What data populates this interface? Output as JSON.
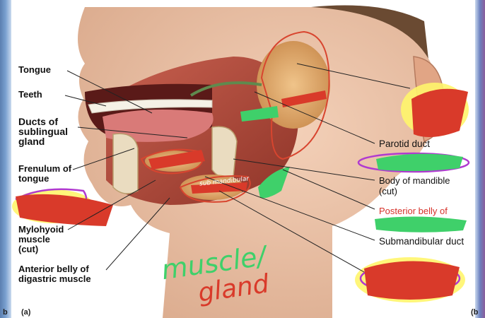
{
  "labels_left": {
    "tongue": "Tongue",
    "teeth": "Teeth",
    "ducts_sublingual": "Ducts of sublingual gland",
    "frenulum": "Frenulum of tongue",
    "mylohyoid": "Mylohyoid muscle (cut)",
    "anterior_belly": "Anterior belly of digastric muscle"
  },
  "labels_right": {
    "parotid_duct": "Parotid duct",
    "body_mandible": "Body of mandible (cut)",
    "posterior_belly": "Posterior belly of",
    "submandibular_duct": "Submandibular duct"
  },
  "figure_labels": {
    "left_b": "b",
    "panel": "(a)",
    "right_b": "(b"
  },
  "handwriting": {
    "line1": "muscle/",
    "line2": "gland",
    "sub_note": "sub mandibular"
  },
  "colors": {
    "green_marker": "#3fd06a",
    "red_marker": "#d93a2a",
    "yellow_highlight": "#fff56b",
    "magenta_outline": "#b03ad0",
    "red_outline": "#d8452f"
  }
}
